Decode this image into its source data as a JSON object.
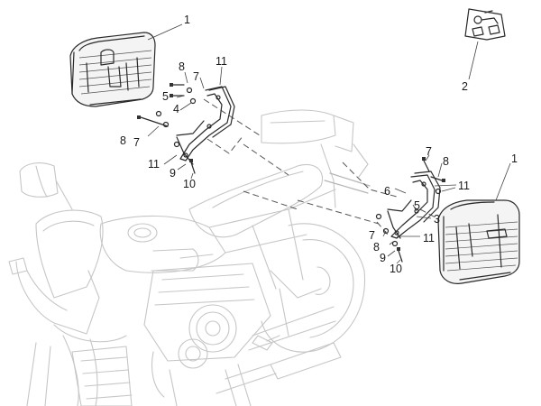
{
  "callouts": {
    "c1a": "1",
    "c1b": "1",
    "c2": "2",
    "c3": "3",
    "c4": "4",
    "c5a": "5",
    "c5b": "5",
    "c6": "6",
    "c7a": "7",
    "c7b": "7",
    "c7c": "7",
    "c7d": "7",
    "c8a": "8",
    "c8b": "8",
    "c8c": "8",
    "c8d": "8",
    "c9a": "9",
    "c9b": "9",
    "c10a": "10",
    "c10b": "10",
    "c11a": "11",
    "c11b": "11",
    "c11c": "11",
    "c11d": "11"
  },
  "colors": {
    "line": "#2a2a2a",
    "ghost": "#c6c6c6",
    "background": "#ffffff"
  }
}
